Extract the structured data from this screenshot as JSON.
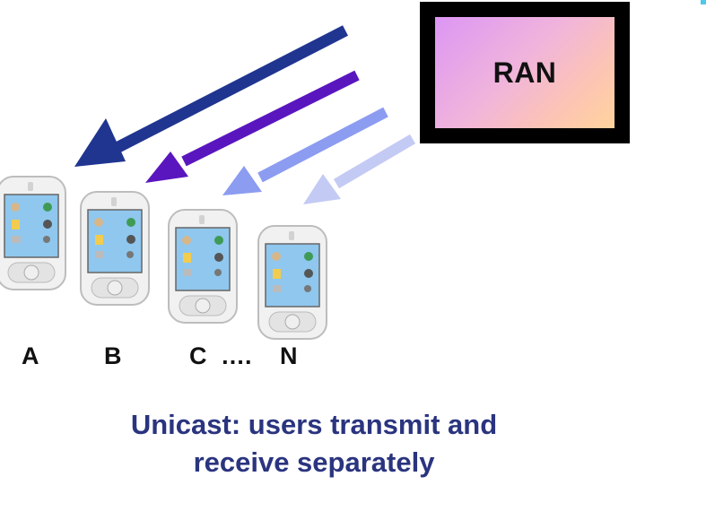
{
  "diagram": {
    "ran": {
      "label": "RAN"
    },
    "arrows": [
      {
        "name": "arrow-to-a",
        "color": "#1f3590"
      },
      {
        "name": "arrow-to-b",
        "color": "#5a16be"
      },
      {
        "name": "arrow-to-c",
        "color": "#8c9cf0"
      },
      {
        "name": "arrow-to-n",
        "color": "#c3caf4"
      }
    ],
    "phones": [
      {
        "label": "A"
      },
      {
        "label": "B"
      },
      {
        "label": "C"
      },
      {
        "label": "N"
      }
    ],
    "ellipsis": "….",
    "caption": {
      "line1": "Unicast: users transmit and",
      "line2": "receive separately"
    }
  }
}
